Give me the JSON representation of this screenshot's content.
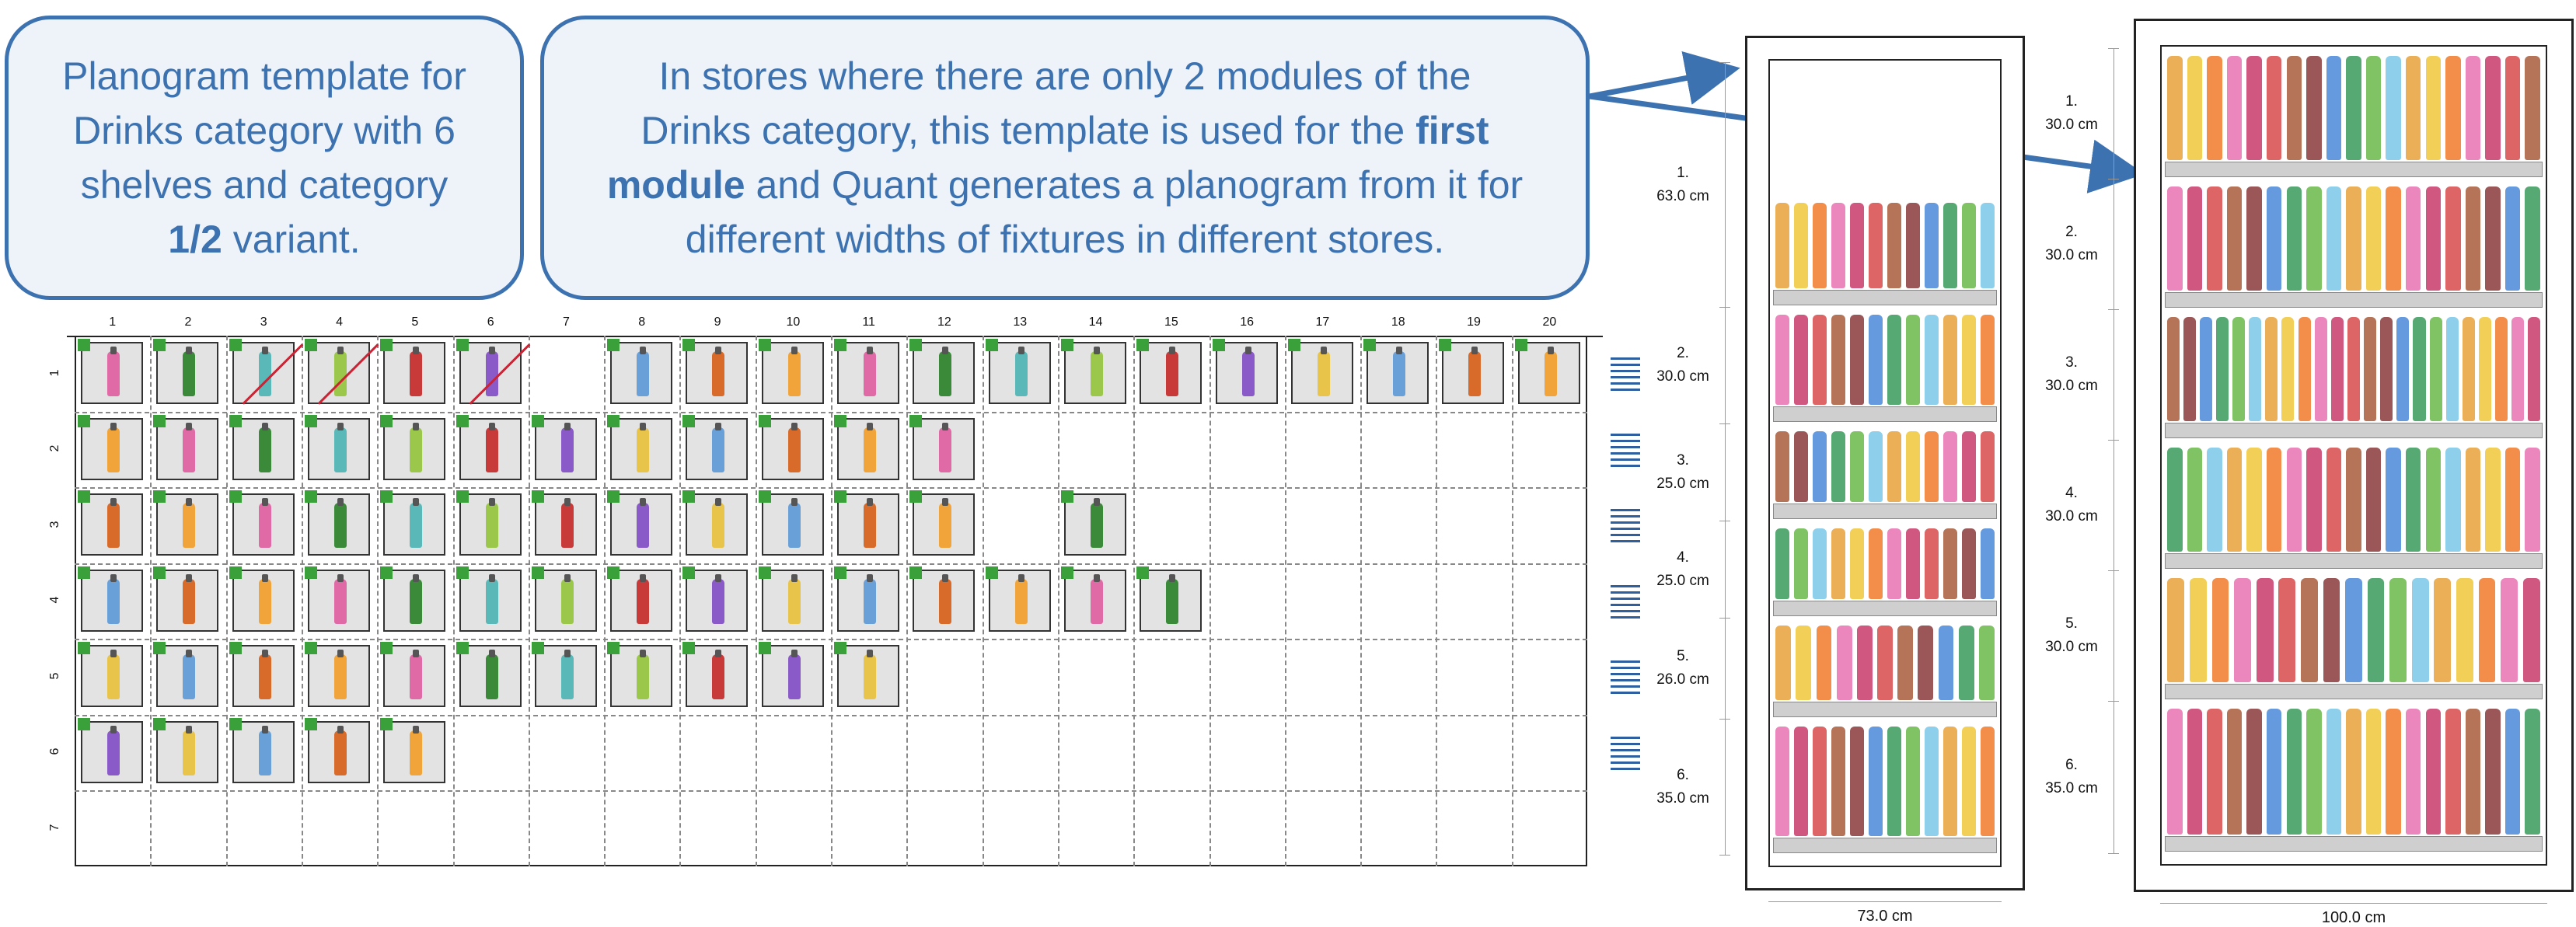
{
  "callouts": {
    "left": {
      "line1": "Planogram template for",
      "line2": "Drinks category with 6",
      "line3": "shelves and category",
      "bold": "1/2",
      "line4_rest": " variant."
    },
    "right": {
      "line1": "In stores where there are only 2 modules of the",
      "line2_a": "Drinks category, this template is used for the ",
      "line2_bold": "first",
      "line3_bold": "module",
      "line3_rest": " and Quant generates a planogram from it for",
      "line4": "different widths of fixtures in different stores."
    }
  },
  "template_grid": {
    "columns": [
      "1",
      "2",
      "3",
      "4",
      "5",
      "6",
      "7",
      "8",
      "9",
      "10",
      "11",
      "12",
      "13",
      "14",
      "15",
      "16",
      "17",
      "18",
      "19",
      "20"
    ],
    "rows": [
      "1",
      "2",
      "3",
      "4",
      "5",
      "6",
      "7"
    ],
    "row_products": [
      [
        1,
        2,
        3,
        4,
        5,
        6,
        8,
        9,
        10,
        11,
        12,
        13,
        14,
        15,
        16,
        17,
        18,
        19,
        20
      ],
      [
        1,
        2,
        3,
        4,
        5,
        6,
        7,
        8,
        9,
        10,
        11,
        12
      ],
      [
        1,
        2,
        3,
        4,
        5,
        6,
        7,
        8,
        9,
        10,
        11,
        12,
        14
      ],
      [
        1,
        2,
        3,
        4,
        5,
        6,
        7,
        8,
        9,
        10,
        11,
        12,
        13,
        14,
        15
      ],
      [
        1,
        2,
        3,
        4,
        5,
        6,
        7,
        8,
        9,
        10,
        11
      ],
      [
        1,
        2,
        3,
        4,
        5
      ],
      []
    ],
    "crossed_out": [
      [
        1,
        3
      ],
      [
        1,
        4
      ],
      [
        1,
        6
      ]
    ]
  },
  "fixture_small": {
    "width_label": "73.0 cm",
    "shelves": [
      {
        "num": "1.",
        "height": "63.0 cm"
      },
      {
        "num": "2.",
        "height": "30.0 cm"
      },
      {
        "num": "3.",
        "height": "25.0 cm"
      },
      {
        "num": "4.",
        "height": "25.0 cm"
      },
      {
        "num": "5.",
        "height": "26.0 cm"
      },
      {
        "num": "6.",
        "height": "35.0 cm"
      }
    ]
  },
  "fixture_large": {
    "width_label": "100.0 cm",
    "shelves": [
      {
        "num": "1.",
        "height": "30.0 cm"
      },
      {
        "num": "2.",
        "height": "30.0 cm"
      },
      {
        "num": "3.",
        "height": "30.0 cm"
      },
      {
        "num": "4.",
        "height": "30.0 cm"
      },
      {
        "num": "5.",
        "height": "30.0 cm"
      },
      {
        "num": "6.",
        "height": "35.0 cm"
      }
    ]
  },
  "colors": {
    "accent": "#3d72b0",
    "callout_bg": "#eef3f9",
    "tag_green": "#3aa13a",
    "shelf_gray": "#cfcfcf"
  }
}
